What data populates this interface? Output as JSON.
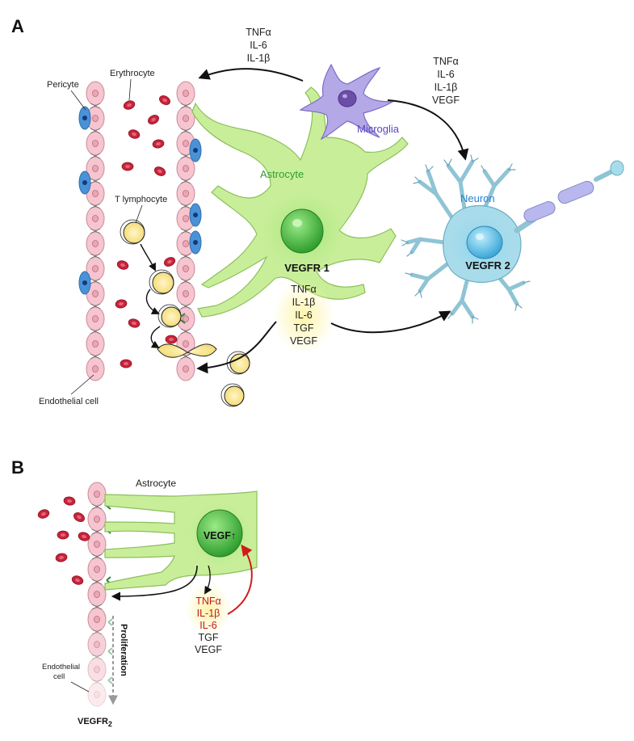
{
  "panels": {
    "a": "A",
    "b": "B"
  },
  "panel_a": {
    "labels": {
      "pericyte": "Pericyte",
      "erythrocyte": "Erythrocyte",
      "t_lymphocyte": "T lymphocyte",
      "endothelial_cell": "Endothelial cell",
      "astrocyte": "Astrocyte",
      "microglia": "Microglia",
      "neuron": "Neuron",
      "vegfr1": "VEGFR 1",
      "vegfr2": "VEGFR 2"
    },
    "microglia_to_vessel": [
      "TNFα",
      "IL-6",
      "IL-1β"
    ],
    "microglia_to_neuron": [
      "TNFα",
      "IL-6",
      "IL-1β",
      "VEGF"
    ],
    "astrocyte_secreted": [
      "TNFα",
      "IL-1β",
      "IL-6",
      "TGF",
      "VEGF"
    ]
  },
  "panel_b": {
    "labels": {
      "astrocyte": "Astrocyte",
      "vegf_up": "VEGF↑",
      "endothelial_cell": [
        "Endothelial",
        "cell"
      ],
      "proliferation": "Proliferation",
      "vegfr2": "VEGFR",
      "vegfr2_sub": "2"
    },
    "cytokines": [
      {
        "text": "TNFα",
        "color": "#c0171d"
      },
      {
        "text": "IL-1β",
        "color": "#c0171d"
      },
      {
        "text": "IL-6",
        "color": "#c0171d"
      },
      {
        "text": "TGF",
        "color": "#222222"
      },
      {
        "text": "VEGF",
        "color": "#222222"
      }
    ]
  },
  "colors": {
    "endothelial": "#f6c5cf",
    "erythrocyte": "#c8233a",
    "pericyte": "#4a92d8",
    "astrocyte": "#c9ee9a",
    "astrocyte_nucleus": "#3fb338",
    "microglia": "#b5a8e6",
    "neuron": "#a9dceb",
    "lymphocyte": "#fbe9a4",
    "arrow": "#111111",
    "red_arrow": "#d01b1b",
    "astrocyte_text": "#2f9e2f",
    "microglia_text": "#5a45c4",
    "neuron_text": "#2a7fd0"
  }
}
